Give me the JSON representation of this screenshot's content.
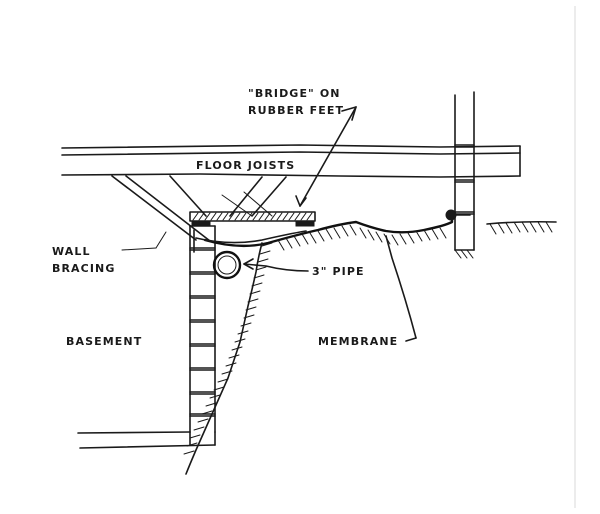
{
  "drawing": {
    "medium": "hand-drawn pen sketch",
    "subject": "basement foundation waterproofing cross-section",
    "background_color": "#ffffff",
    "ink_color": "#1a1a1a"
  },
  "labels": {
    "bridge": {
      "line1": "\"BRIDGE\" ON",
      "line2": "RUBBER FEET"
    },
    "floor_joists": "FLOOR JOISTS",
    "wall_bracing": {
      "line1": "WALL",
      "line2": "BRACING"
    },
    "pipe": "3\" PIPE",
    "basement": "BASEMENT",
    "membrane": "MEMBRANE"
  },
  "components": {
    "floor_joists": "horizontal double-line joist band across upper drawing",
    "wall_bracing": "diagonal brace from joist down to foundation wall top",
    "bridge_plank": "hatched plank resting on rubber feet over the excavation",
    "rubber_feet": "two dark blocks supporting the bridge plank",
    "drain_pipe": "circular pipe section at footing level",
    "foundation_wall": "stacked concrete block basement wall, 9 courses",
    "floor_slab": "basement floor slab at wall base",
    "membrane": "waterproofing membrane over grade up to exterior column",
    "excavation": "wavy hatched soil cut line beside foundation",
    "grade_line": "ground surface hatching at exterior",
    "exterior_column": "block pier/column at right side"
  }
}
